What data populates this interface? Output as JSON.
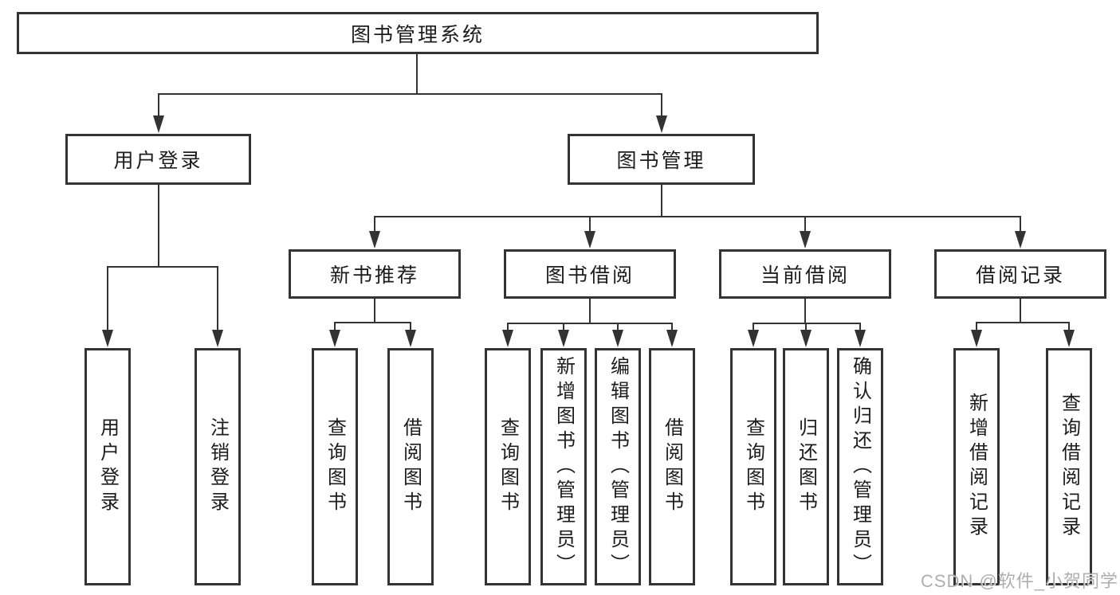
{
  "tree": {
    "root": {
      "label": "图书管理系统"
    },
    "branches": [
      {
        "label": "用户登录",
        "children": [
          "用户登录",
          "注销登录"
        ]
      },
      {
        "label": "图书管理",
        "modules": [
          {
            "label": "新书推荐",
            "children": [
              "查询图书",
              "借阅图书"
            ]
          },
          {
            "label": "图书借阅",
            "children": [
              "查询图书",
              "新增图书（管理员）",
              "编辑图书（管理员）",
              "借阅图书"
            ]
          },
          {
            "label": "当前借阅",
            "children": [
              "查询图书",
              "归还图书",
              "确认归还（管理员）"
            ]
          },
          {
            "label": "借阅记录",
            "children": [
              "新增借阅记录",
              "查询借阅记录"
            ]
          }
        ]
      }
    ]
  },
  "watermark": "CSDN @软件_小贺同学",
  "colors": {
    "line": "#333333",
    "text": "#1c1c1c",
    "watermark": "#a5a5a5",
    "background": "#ffffff"
  }
}
